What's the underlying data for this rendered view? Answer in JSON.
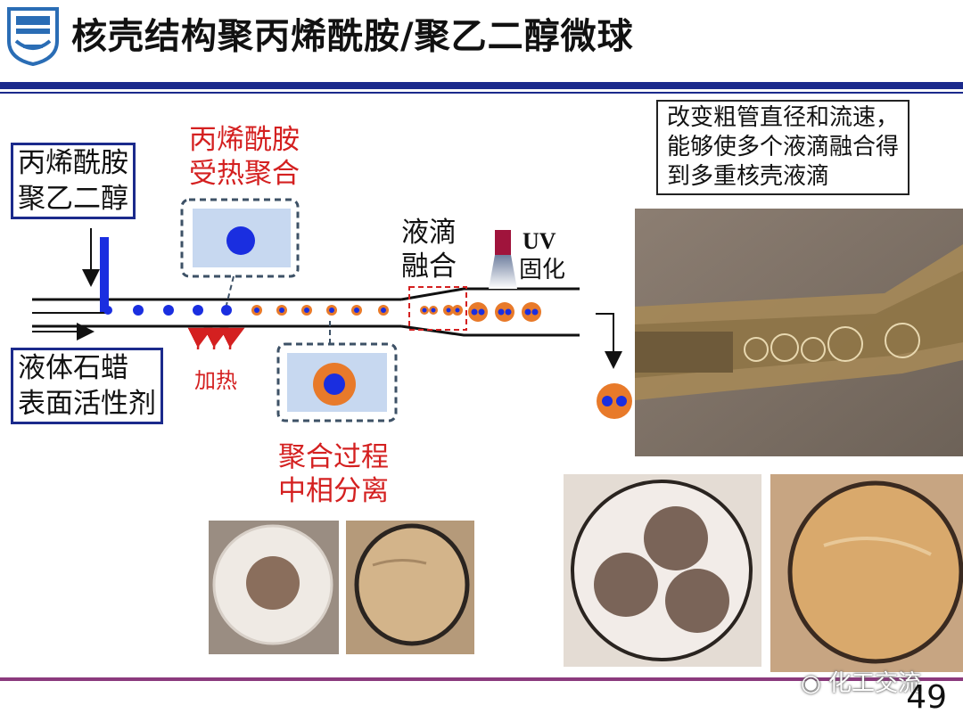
{
  "slide": {
    "title": "核壳结构聚丙烯酰胺/聚乙二醇微球",
    "page_number": "49",
    "watermark": "化工交流"
  },
  "labels": {
    "monomer_line1": "丙烯酰胺",
    "monomer_line2": "聚乙二醇",
    "carrier_line1": "液体石蜡",
    "carrier_line2": "表面活性剂",
    "heat_poly_line1": "丙烯酰胺",
    "heat_poly_line2": "受热聚合",
    "heating": "加热",
    "merge_line1": "液滴",
    "merge_line2": "融合",
    "uv_line1": "UV",
    "uv_line2": "固化",
    "phase_sep_line1": "聚合过程",
    "phase_sep_line2": "中相分离"
  },
  "note": {
    "line1": "改变粗管直径和流速，",
    "line2": "能够使多个液滴融合得",
    "line3": "到多重核壳液滴"
  },
  "colors": {
    "title_rule": "#1b2a8c",
    "footer_rule": "#8b3a7d",
    "droplet_core": "#1a2ee0",
    "droplet_shell": "#e87a2a",
    "red_text": "#d42020",
    "uv_lamp": "#a0143c"
  }
}
